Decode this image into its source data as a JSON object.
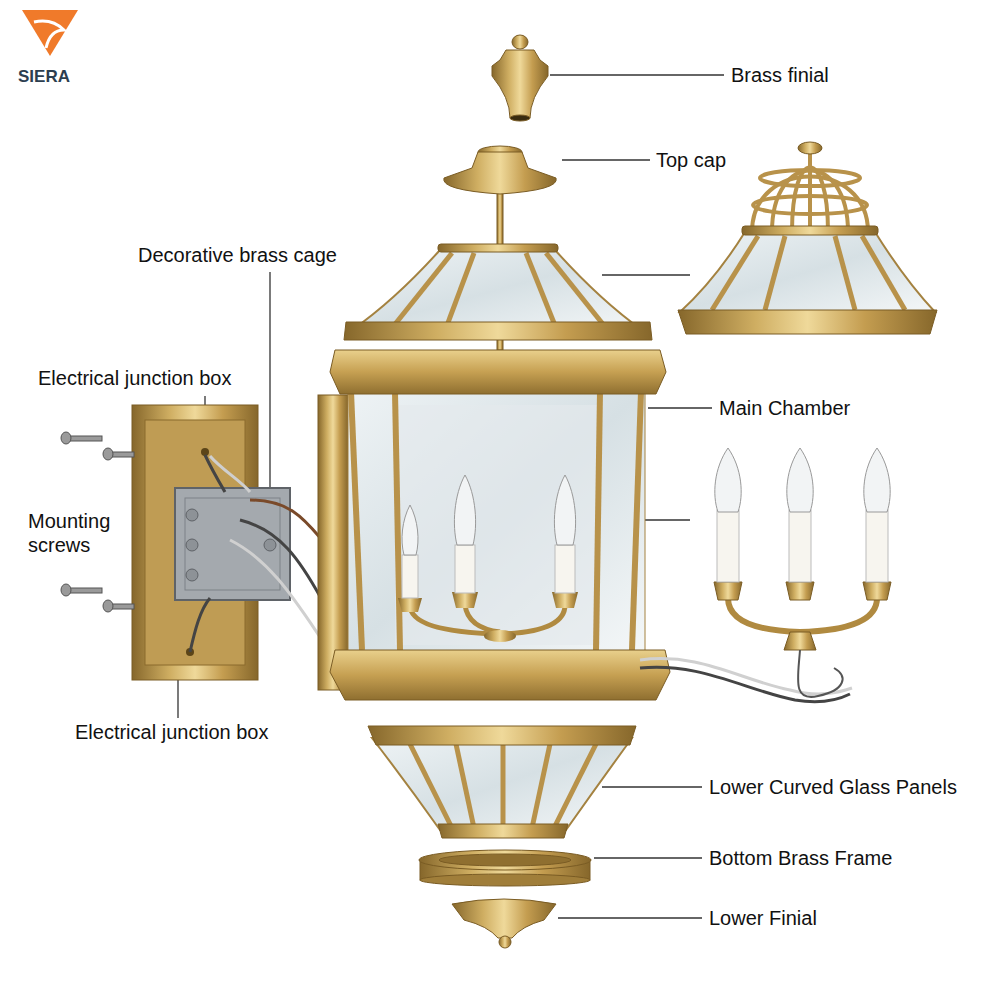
{
  "diagram": {
    "labels": [
      "SIERA",
      "Brass finial",
      "Top cap",
      "Decorative brass cage",
      "Electrical junction box",
      "Mounting screws",
      "Electrical junction box",
      "Main Chamber",
      "Lower Curved Glass Panels",
      "Bottom Brass Frame",
      "Lower Finial"
    ]
  }
}
